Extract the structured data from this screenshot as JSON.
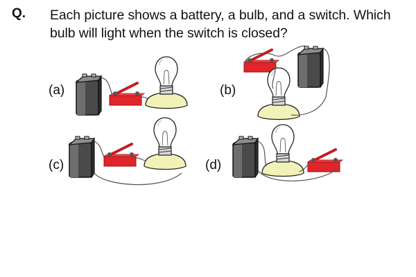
{
  "question": {
    "label": "Q.",
    "text": "Each picture shows a battery, a bulb, and a switch. Which bulb will light when the switch is closed?"
  },
  "options": [
    {
      "label": "(a)"
    },
    {
      "label": "(b)"
    },
    {
      "label": "(c)"
    },
    {
      "label": "(d)"
    }
  ],
  "colors": {
    "switch": "#e0262a",
    "bulb_base": "#f2f2b8",
    "battery": "#4a4a4a",
    "wire": "#555555"
  }
}
